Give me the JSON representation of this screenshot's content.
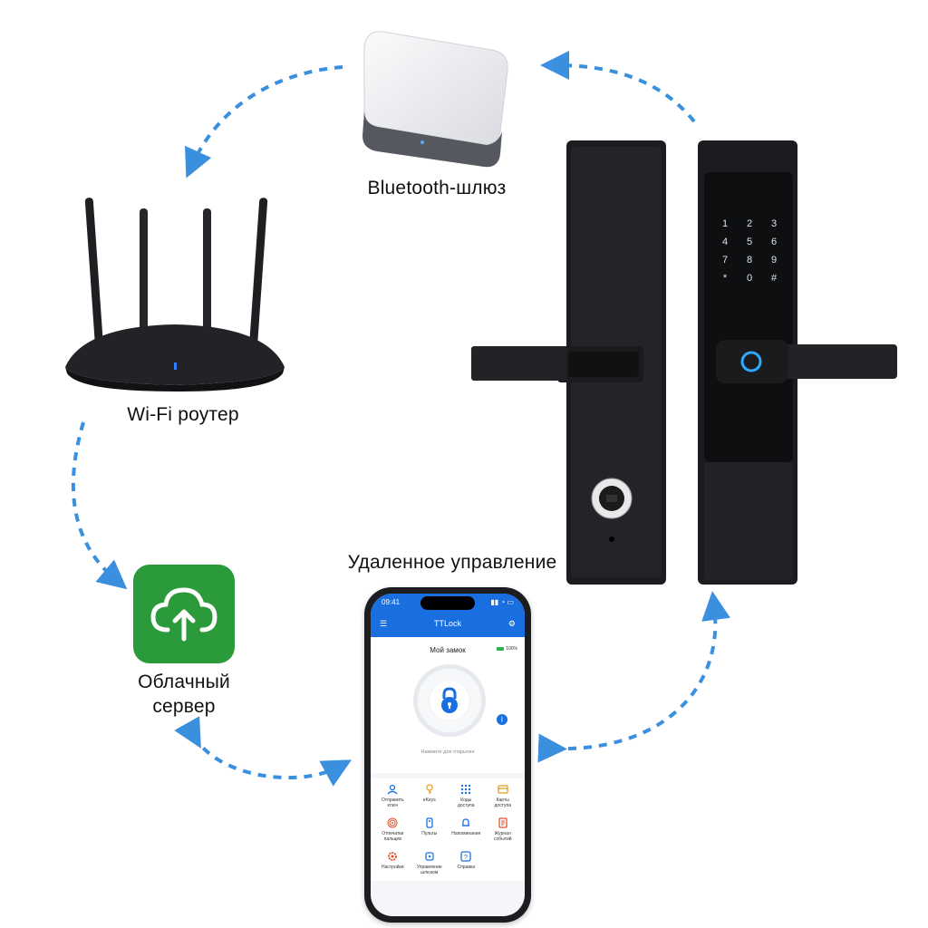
{
  "labels": {
    "gateway": "Bluetooth-шлюз",
    "router": "Wi-Fi роутер",
    "cloud_line1": "Облачный",
    "cloud_line2": "сервер",
    "remote": "Удаленное управление"
  },
  "colors": {
    "arrow": "#3a8fde",
    "cloud_tile": "#2a9a3a",
    "app_blue": "#1a6fe0"
  },
  "phone": {
    "time": "09:41",
    "app_title": "TTLock",
    "lock_name": "Мой замок",
    "battery": "100%",
    "hint": "Нажмите для открытия",
    "menu": [
      {
        "label": "Отправить\nключ",
        "icon": "user-share-icon",
        "color": "#1a6fe0"
      },
      {
        "label": "eKeys",
        "icon": "key-icon",
        "color": "#f0a020"
      },
      {
        "label": "Коды\nдоступа",
        "icon": "keypad-icon",
        "color": "#1a6fe0"
      },
      {
        "label": "Карты\nдоступа",
        "icon": "card-icon",
        "color": "#e0a020"
      },
      {
        "label": "Отпечатки\nпальцев",
        "icon": "fingerprint-icon",
        "color": "#e0502a"
      },
      {
        "label": "Пульты",
        "icon": "remote-icon",
        "color": "#1a6fe0"
      },
      {
        "label": "Напоминания",
        "icon": "bell-icon",
        "color": "#1a6fe0"
      },
      {
        "label": "Журнал\nсобытий",
        "icon": "log-icon",
        "color": "#e05030"
      },
      {
        "label": "Настройки",
        "icon": "gear-icon",
        "color": "#e05030"
      },
      {
        "label": "Управление\nшлюзом",
        "icon": "gateway-icon",
        "color": "#1a6fe0"
      },
      {
        "label": "Справка",
        "icon": "help-icon",
        "color": "#1a6fe0"
      }
    ]
  },
  "keypad": [
    "1",
    "2",
    "3",
    "4",
    "5",
    "6",
    "7",
    "8",
    "9",
    "*",
    "0",
    "#"
  ]
}
